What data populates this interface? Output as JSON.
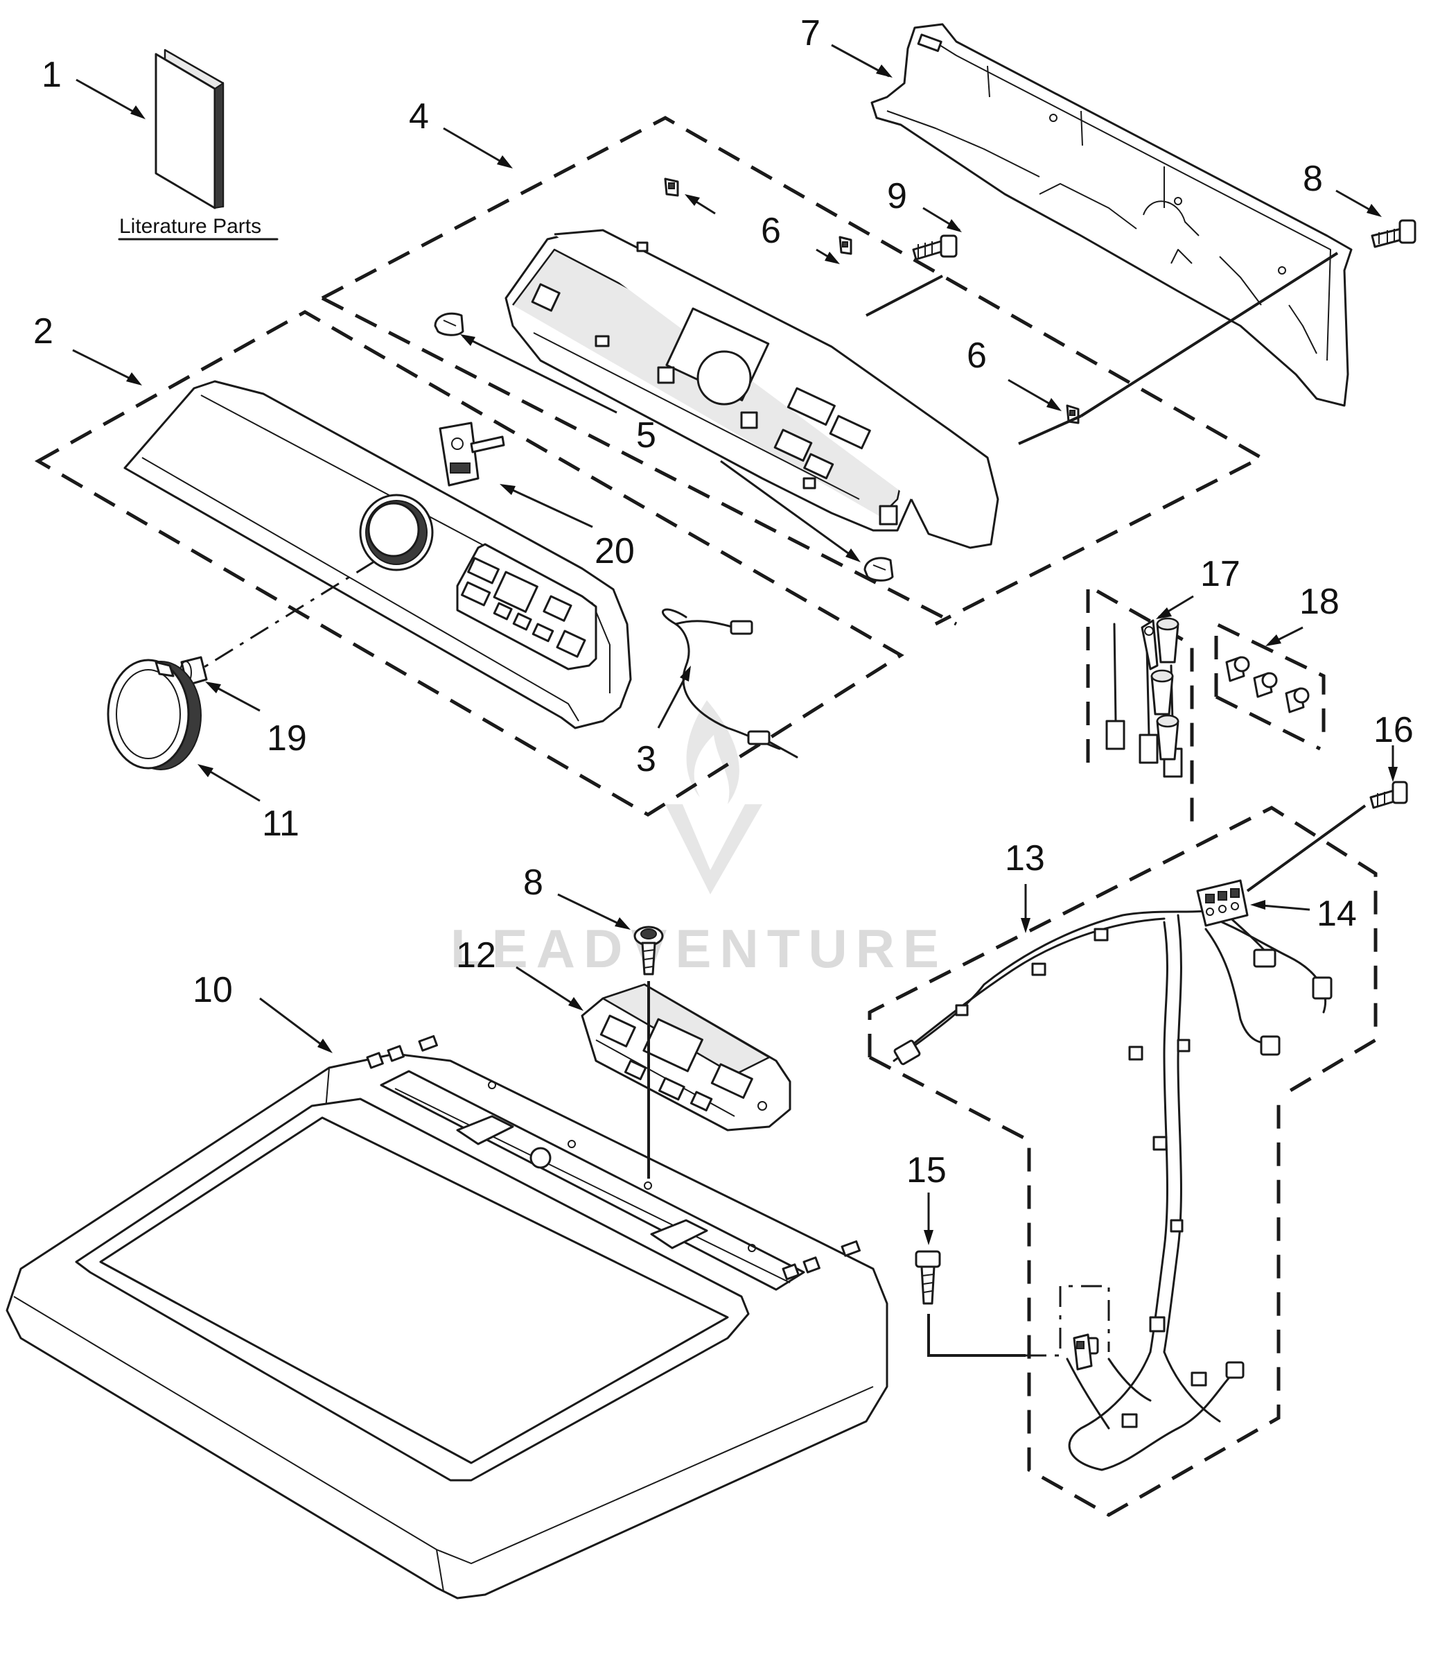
{
  "literature_label": "Literature Parts",
  "watermark_text": "LEADVENTURE",
  "callouts": [
    {
      "id": "c1",
      "text": "1"
    },
    {
      "id": "c2",
      "text": "2"
    },
    {
      "id": "c3",
      "text": "3"
    },
    {
      "id": "c4",
      "text": "4"
    },
    {
      "id": "c5",
      "text": "5"
    },
    {
      "id": "c6a",
      "text": "6"
    },
    {
      "id": "c6b",
      "text": "6"
    },
    {
      "id": "c7",
      "text": "7"
    },
    {
      "id": "c8a",
      "text": "8"
    },
    {
      "id": "c8b",
      "text": "8"
    },
    {
      "id": "c9",
      "text": "9"
    },
    {
      "id": "c10",
      "text": "10"
    },
    {
      "id": "c11",
      "text": "11"
    },
    {
      "id": "c12",
      "text": "12"
    },
    {
      "id": "c13",
      "text": "13"
    },
    {
      "id": "c14",
      "text": "14"
    },
    {
      "id": "c15",
      "text": "15"
    },
    {
      "id": "c16",
      "text": "16"
    },
    {
      "id": "c17",
      "text": "17"
    },
    {
      "id": "c18",
      "text": "18"
    },
    {
      "id": "c19",
      "text": "19"
    },
    {
      "id": "c20",
      "text": "20"
    }
  ]
}
